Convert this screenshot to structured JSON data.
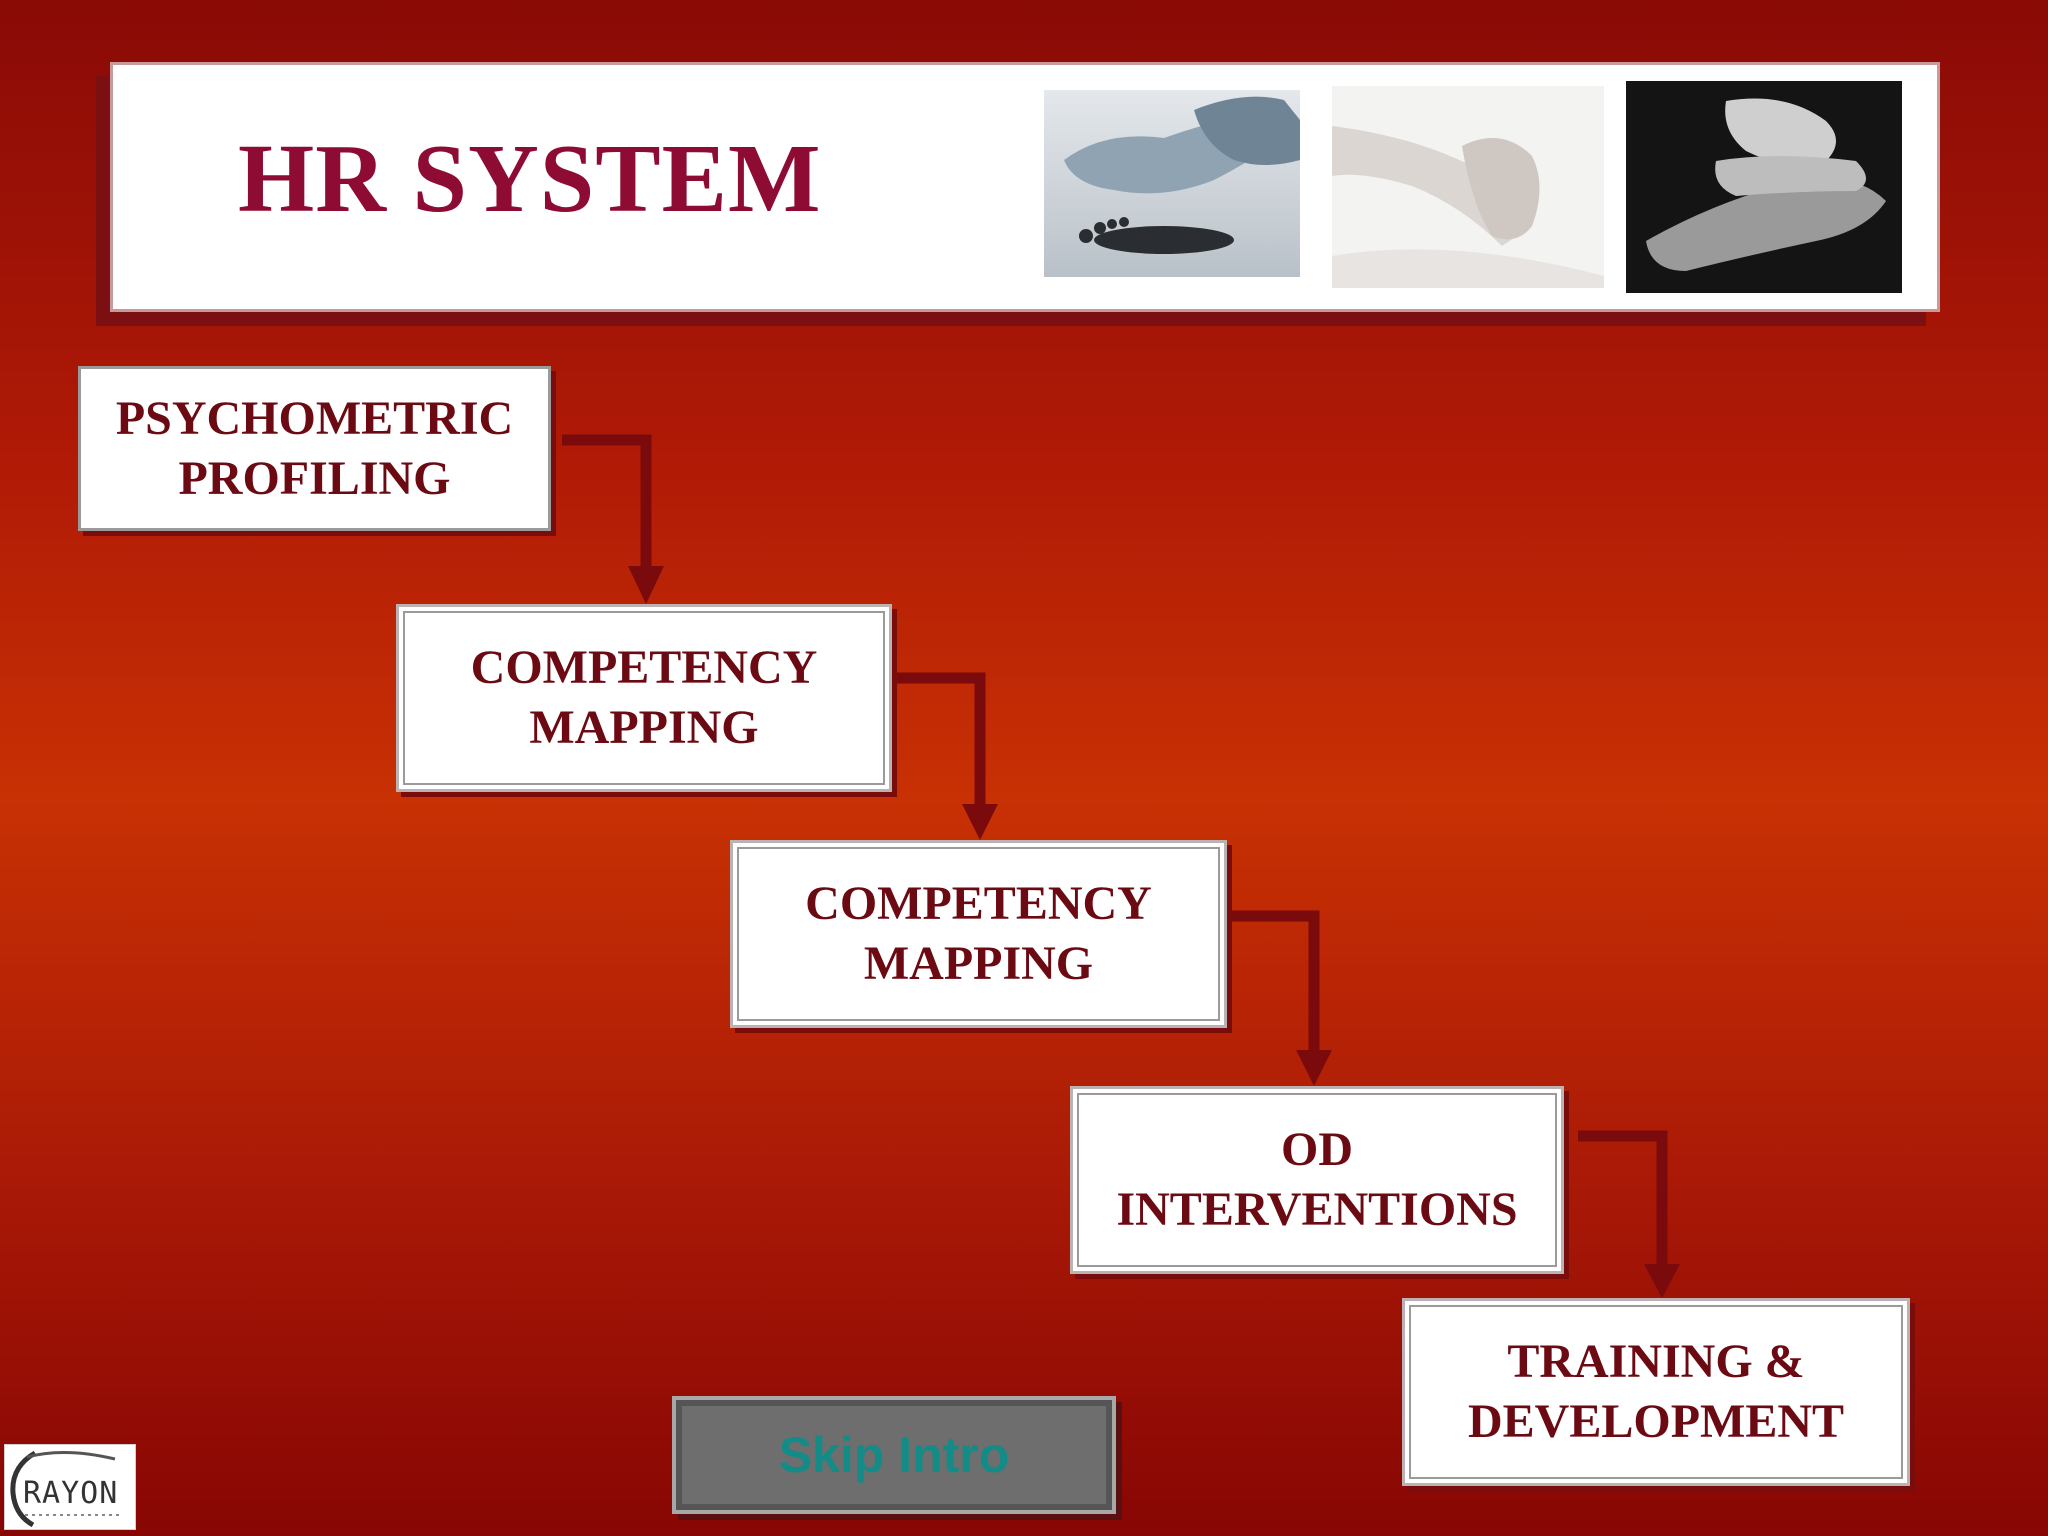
{
  "header": {
    "title": "HR SYSTEM",
    "photos": [
      "baby-foot-photo",
      "baby-hand-in-hand-photo",
      "family-hands-photo"
    ]
  },
  "steps": [
    {
      "label": "PSYCHOMETRIC\nPROFILING"
    },
    {
      "label": "COMPETENCY\n    MAPPING"
    },
    {
      "label": "COMPETENCY\n    MAPPING"
    },
    {
      "label": "OD\nINTERVENTIONS"
    },
    {
      "label": "TRAINING &\n  DEVELOPMENT"
    }
  ],
  "skip_intro": {
    "label": "Skip Intro"
  },
  "logo": {
    "text": "RAYON",
    "icon": "rayon-logo"
  },
  "colors": {
    "background_top": "#8a0a06",
    "background_mid": "#c83104",
    "title": "#8e0c34",
    "step_text": "#6b0a12",
    "connector": "#7a0a0c",
    "skip_text": "#138b86"
  }
}
